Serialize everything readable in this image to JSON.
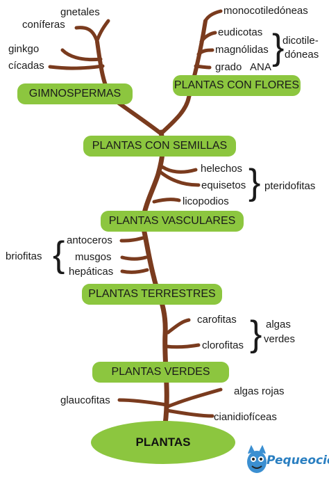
{
  "root": "PLANTAS",
  "groups": {
    "gimnospermas": "GIMNOSPERMAS",
    "flores": "PLANTAS CON FLORES",
    "semillas": "PLANTAS CON SEMILLAS",
    "vasculares": "PLANTAS VASCULARES",
    "terrestres": "PLANTAS TERRESTRES",
    "verdes": "PLANTAS VERDES"
  },
  "leaves": {
    "gnetales": "gnetales",
    "coniferas": "coníferas",
    "ginkgo": "ginkgo",
    "cicadas": "cícadas",
    "monocotiledoneas": "monocotiledóneas",
    "eudicotas": "eudicotas",
    "magnolidas": "magnólidas",
    "grado_ana": "grado   ANA",
    "helechos": "helechos",
    "equisetos": "equisetos",
    "licopodios": "licopodios",
    "antoceros": "antoceros",
    "musgos": "musgos",
    "hepaticas": "hepáticas",
    "carofitas": "carofitas",
    "clorofitas": "clorofitas",
    "glaucofitas": "glaucofitas",
    "algas_rojas": "algas rojas",
    "cianidioficeas": "cianidiofíceas"
  },
  "bracket_labels": {
    "dicotiledoneas_1": "dicotile-",
    "dicotiledoneas_2": "dóneas",
    "pteridofitas": "pteridofitas",
    "briofitas": "briofitas",
    "algas_verdes_1": "algas",
    "algas_verdes_2": "verdes"
  },
  "logo": "Pequeocio",
  "colors": {
    "branch": "#7a3b1e",
    "pill": "#8cc63f",
    "logo": "#2a7fc1"
  }
}
